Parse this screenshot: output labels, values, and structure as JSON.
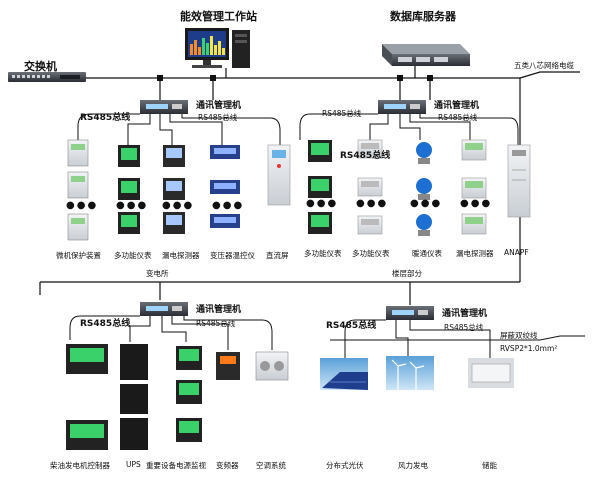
{
  "top": {
    "energy_station": "能效管理工作站",
    "db_server": "数据库服务器",
    "switch": "交换机",
    "cable_note": "五类八芯网络电缆"
  },
  "labels": {
    "comm_manager": "通讯管理机",
    "rs485": "RS485总线",
    "substation": "变电所",
    "floor": "楼层部分",
    "shielded_pair": "屏蔽双绞线",
    "rvsp": "RVSP2*1.0mm²"
  },
  "devices_left": [
    "微机保护装置",
    "多功能仪表",
    "漏电探测器",
    "变压器温控仪",
    "直流屏"
  ],
  "devices_right": [
    "多功能仪表",
    "多功能仪表",
    "暖通仪表",
    "漏电探测器",
    "ANAPF"
  ],
  "devices_bottom_left": [
    "柴油发电机控制器",
    "UPS",
    "重要设备电源监视",
    "变频器",
    "空调系统"
  ],
  "devices_bottom_right": [
    "分布式光伏",
    "风力发电",
    "储能"
  ]
}
